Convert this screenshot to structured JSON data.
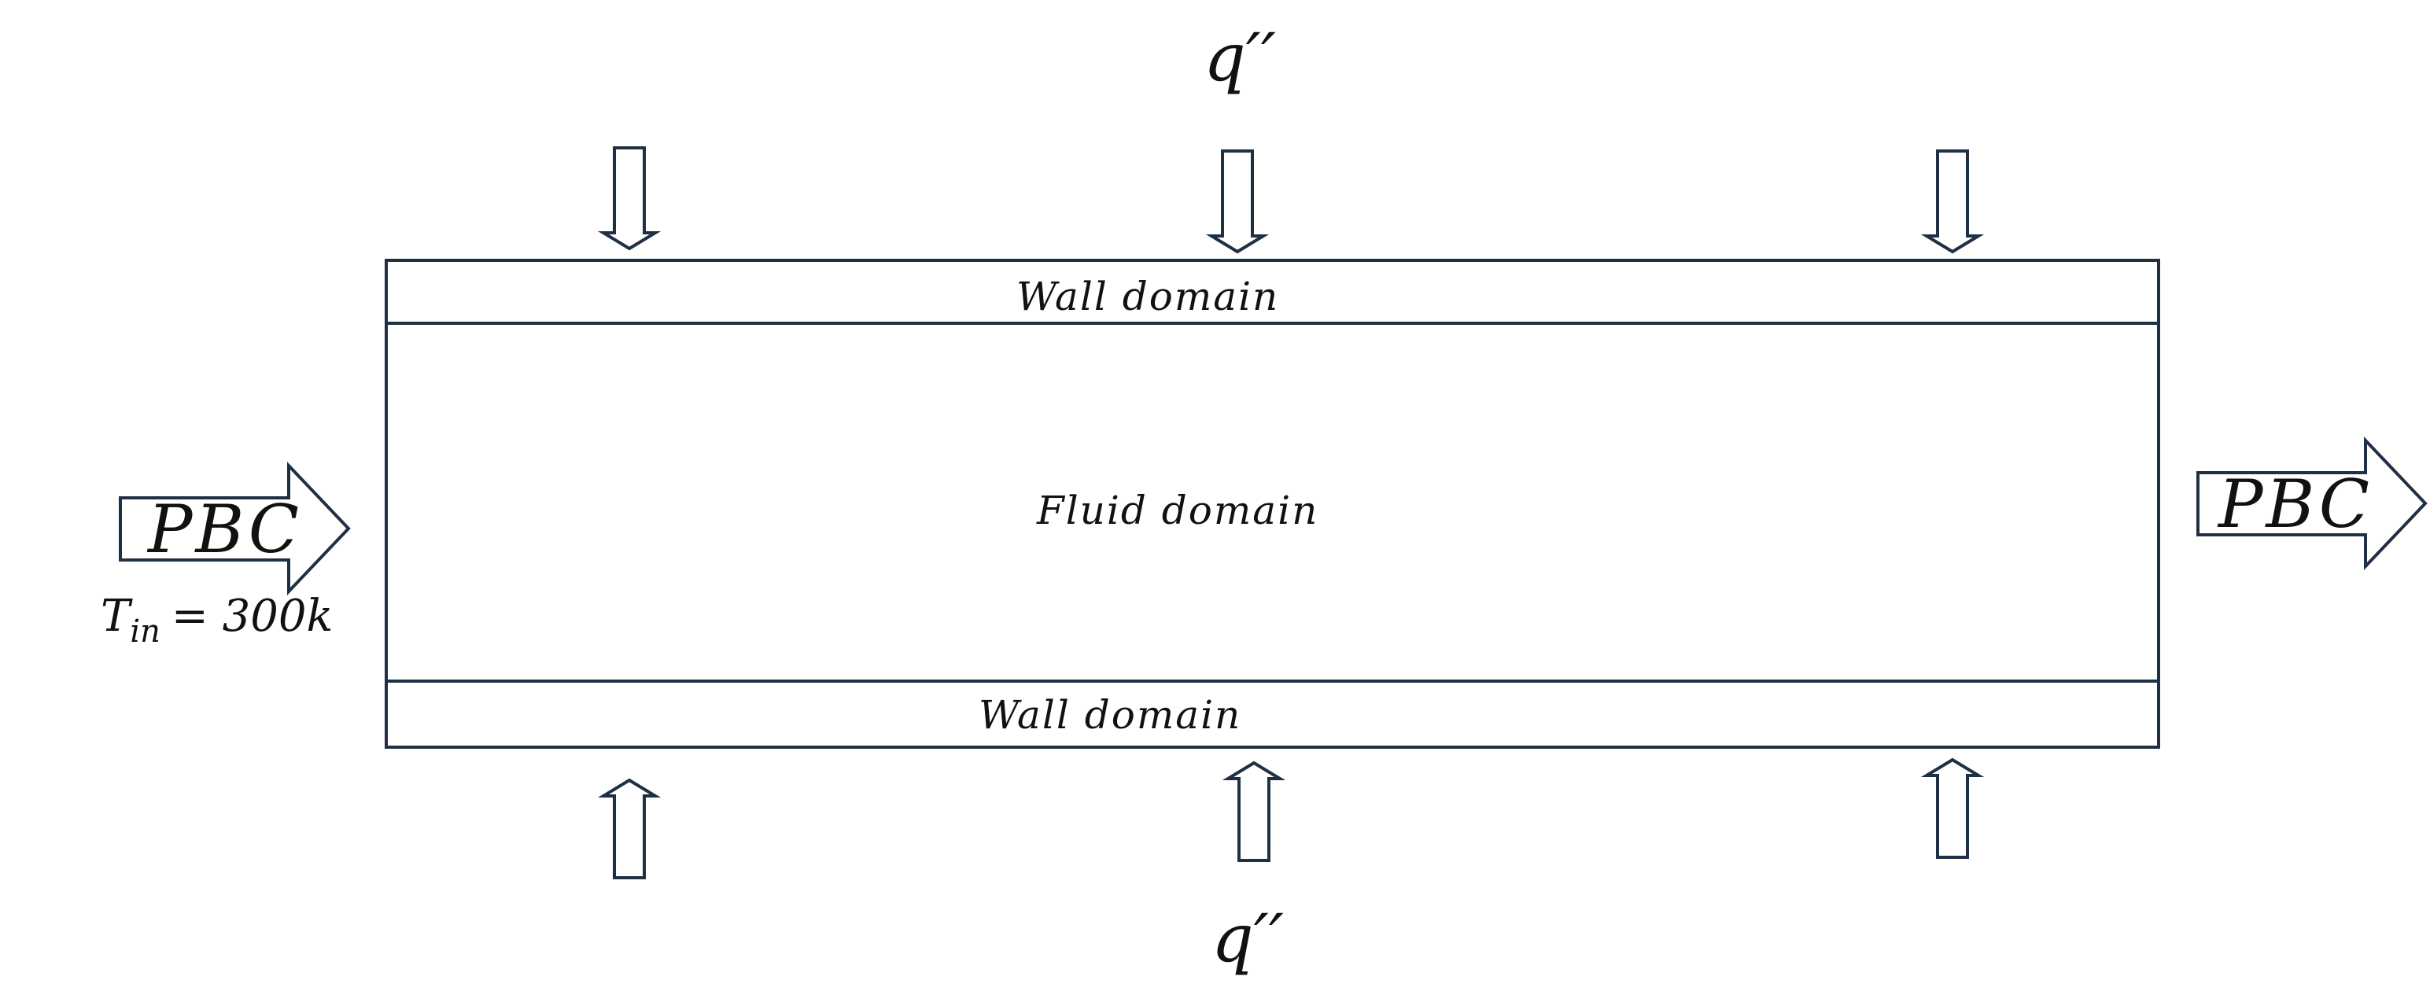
{
  "diagram": {
    "colors": {
      "line": "#1f3045",
      "text": "#111111",
      "background": "#ffffff"
    },
    "heat_flux_top": {
      "label": "q′′",
      "arrow_icon": "down-arrow-icon",
      "arrow_count": 3
    },
    "heat_flux_bottom": {
      "label": "q′′",
      "arrow_icon": "up-arrow-icon",
      "arrow_count": 3
    },
    "channel": {
      "top_wall_label": "Wall domain",
      "fluid_label": "Fluid domain",
      "bottom_wall_label": "Wall domain"
    },
    "inlet": {
      "label": "PBC",
      "temperature_symbol": "T",
      "temperature_subscript": "in",
      "temperature_value": "= 300k",
      "arrow_icon": "right-arrow-icon"
    },
    "outlet": {
      "label": "PBC",
      "arrow_icon": "right-arrow-icon"
    }
  }
}
